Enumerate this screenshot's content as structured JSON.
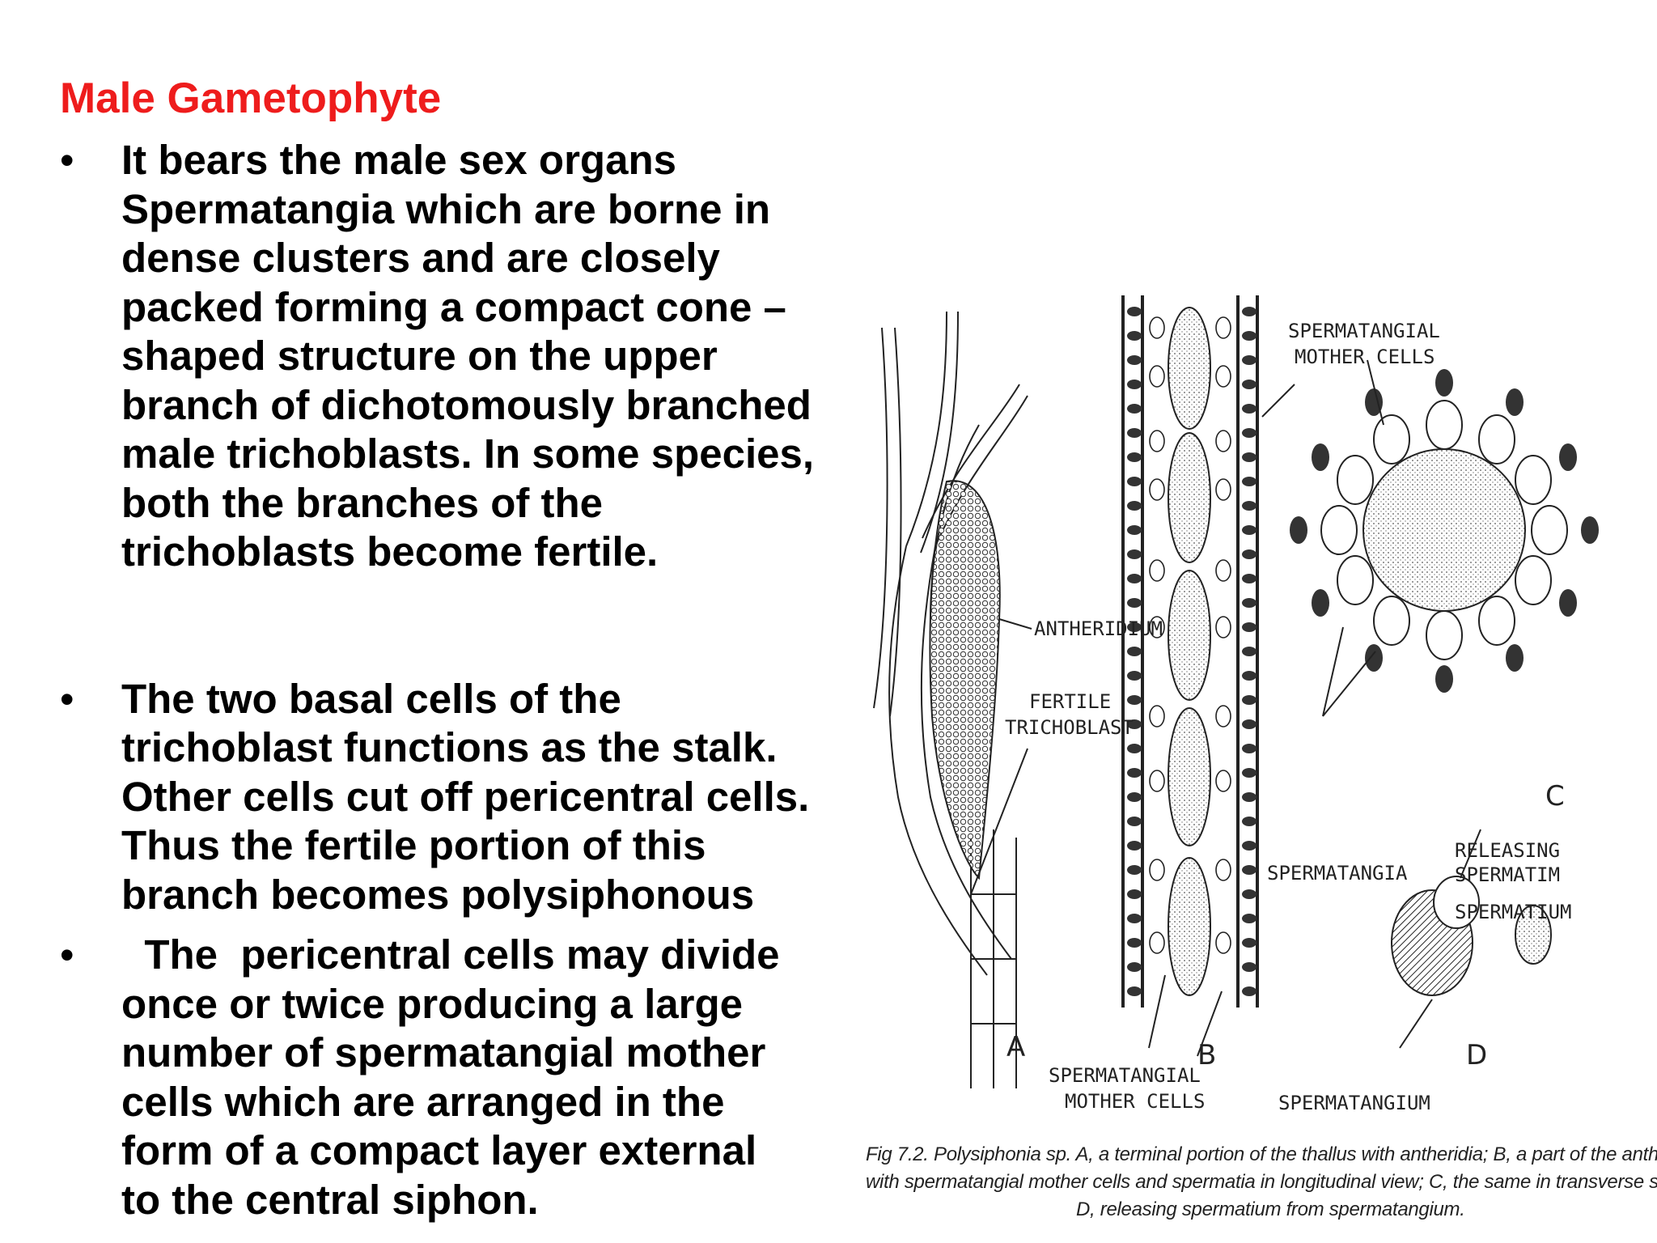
{
  "slide": {
    "title": "Male Gametophyte",
    "bullet_symbol": "•",
    "bullets": [
      {
        "lines": [
          "It  bears the male sex organs",
          "Spermatangia which are borne in",
          "dense clusters and are closely",
          "packed forming a compact cone –",
          "shaped structure on the upper",
          "branch of dichotomously branched",
          "male trichoblasts. In some species,",
          "both the branches of the",
          "trichoblasts become fertile."
        ]
      },
      {
        "lines": [
          "The two basal cells of the",
          "trichoblast functions as the stalk.",
          "Other cells cut off pericentral cells.",
          "Thus the fertile portion of this",
          "branch becomes polysiphonous"
        ]
      },
      {
        "lines": [
          "  The  pericentral cells may divide",
          "once or twice producing a large",
          "number of spermatangial mother",
          "cells which are arranged in the",
          "form of a compact layer external",
          "to the central siphon."
        ]
      }
    ]
  },
  "figure": {
    "labels": {
      "antheridium": "ANTHERIDIUM",
      "fertile_trichoblast_1": "FERTILE",
      "fertile_trichoblast_2": "TRICHOBLAST",
      "spermatangial_mother_cells_top_1": "SPERMATANGIAL",
      "spermatangial_mother_cells_top_2": "MOTHER CELLS",
      "spermatangial_mother_cells_bottom_1": "SPERMATANGIAL",
      "spermatangial_mother_cells_bottom_2": "MOTHER CELLS",
      "spermatangia": "SPERMATANGIA",
      "releasing_spermatim_1": "RELEASING",
      "releasing_spermatim_2": "SPERMATIM",
      "spermatium": "SPERMATIUM",
      "spermatangium": "SPERMATANGIUM",
      "letter_a": "A",
      "letter_b": "B",
      "letter_c": "C",
      "letter_d": "D"
    },
    "caption_lines": [
      "Fig 7.2. Polysiphonia sp. A, a terminal portion of the thallus with antheridia; B, a part of the antheridium",
      "with spermatangial mother cells and spermatia in longitudinal view; C, the same in transverse section;",
      "D, releasing spermatium from spermatangium."
    ]
  },
  "colors": {
    "title": "#ee1c1c",
    "text": "#000000",
    "background": "#ffffff"
  }
}
